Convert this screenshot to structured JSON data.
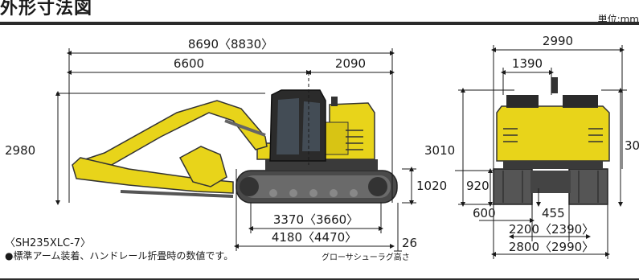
{
  "title": "外形寸法図",
  "unit": "単位:mm",
  "model": "〈SH235XLC-7〉",
  "note": "●標準アーム装着、ハンドレール折畳時の数値です。",
  "side_view": {
    "overall_length": "8690〈8830〉",
    "front_length": "6600",
    "rear_length": "2090",
    "height": "2980",
    "counterweight_clearance": "1020",
    "track_length": "3370〈3660〉",
    "crawler_length": "4180〈4470〉",
    "grouser_height": "26",
    "grouser_label": "グローサシューラグ高さ"
  },
  "front_view": {
    "overall_width": "2990",
    "cab_width": "1390",
    "height": "3010",
    "height_right": "30",
    "ground_clearance": "920",
    "shoe_width": "600",
    "min_clearance": "455",
    "track_gauge": "2200〈2390〉",
    "crawler_width": "2800〈2990〉"
  },
  "colors": {
    "machine_yellow": "#e8d41a",
    "undercarriage": "#555555",
    "cab": "#2b2b2b"
  }
}
